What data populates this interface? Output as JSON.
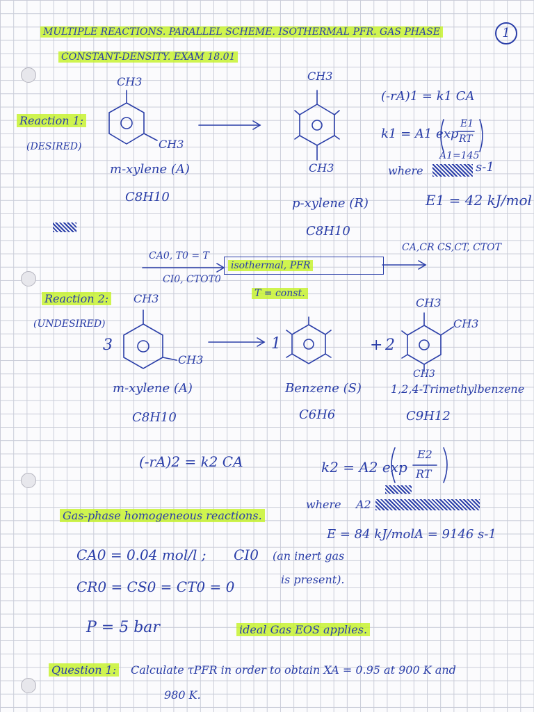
{
  "header": {
    "title": "MULTIPLE REACTIONS. PARALLEL SCHEME. ISOTHERMAL PFR. GAS PHASE",
    "subtitle": "CONSTANT-DENSITY. EXAM 18.01",
    "page_number": "1"
  },
  "reaction1": {
    "label": "Reaction 1:",
    "tag": "(DESIRED)",
    "reactant_ch3_top": "CH3",
    "reactant_ch3_side": "CH3",
    "reactant_name": "m-xylene (A)",
    "reactant_formula": "C8H10",
    "product_ch3_top": "CH3",
    "product_ch3_bottom": "CH3",
    "product_name": "p-xylene (R)",
    "product_formula": "C8H10",
    "rate_law": "(-rA)1 = k1 CA",
    "k_expr_left": "k1 = A1 exp",
    "k_expr_num": "E1",
    "k_expr_den": "RT",
    "a1_value": "A1=145",
    "where": "where",
    "a1_unit": "s-1",
    "e1": "E1 = 42 kJ/mol"
  },
  "reactor": {
    "inlet_top": "CA0, T0 = T",
    "inlet_bottom": "CI0, CTOT0",
    "box_label": "isothermal, PFR",
    "box_note": "T = const.",
    "outlet": "CA,CR CS,CT, CTOT"
  },
  "reaction2": {
    "label": "Reaction 2:",
    "tag": "(UNDESIRED)",
    "coef_reactant": "3",
    "reactant_ch3_top": "CH3",
    "reactant_ch3_side": "CH3",
    "reactant_name": "m-xylene (A)",
    "reactant_formula": "C8H10",
    "coef_benzene": "1",
    "benzene_name": "Benzene (S)",
    "benzene_formula": "C6H6",
    "plus": "+",
    "coef_tmb": "2",
    "tmb_ch3_top": "CH3",
    "tmb_ch3_right": "CH3",
    "tmb_ch3_bottom": "CH3",
    "tmb_name": "1,2,4-Trimethylbenzene",
    "tmb_formula": "C9H12",
    "rate_law": "(-rA)2 = k2 CA",
    "k_expr_left": "k2 = A2 exp",
    "k_expr_num": "E2",
    "k_expr_den": "RT",
    "where": "where",
    "a2_scratch": "A2",
    "e2": "E = 84 kJ/mol.",
    "a2_value": "A = 9146 s-1"
  },
  "notes": {
    "gas_phase": "Gas-phase homogeneous reactions.",
    "ca0": "CA0 = 0.04 mol/l ;",
    "ci0": "CI0",
    "inert": "(an inert gas",
    "inert2": "is present).",
    "initial": "CR0 = CS0 = CT0 = 0",
    "pressure": "P = 5 bar",
    "ideal_gas": "ideal Gas EOS applies."
  },
  "question1": {
    "label": "Question 1:",
    "text": "Calculate  τPFR  in order to obtain  XA = 0.95  at 900 K and",
    "text2": "980 K."
  }
}
